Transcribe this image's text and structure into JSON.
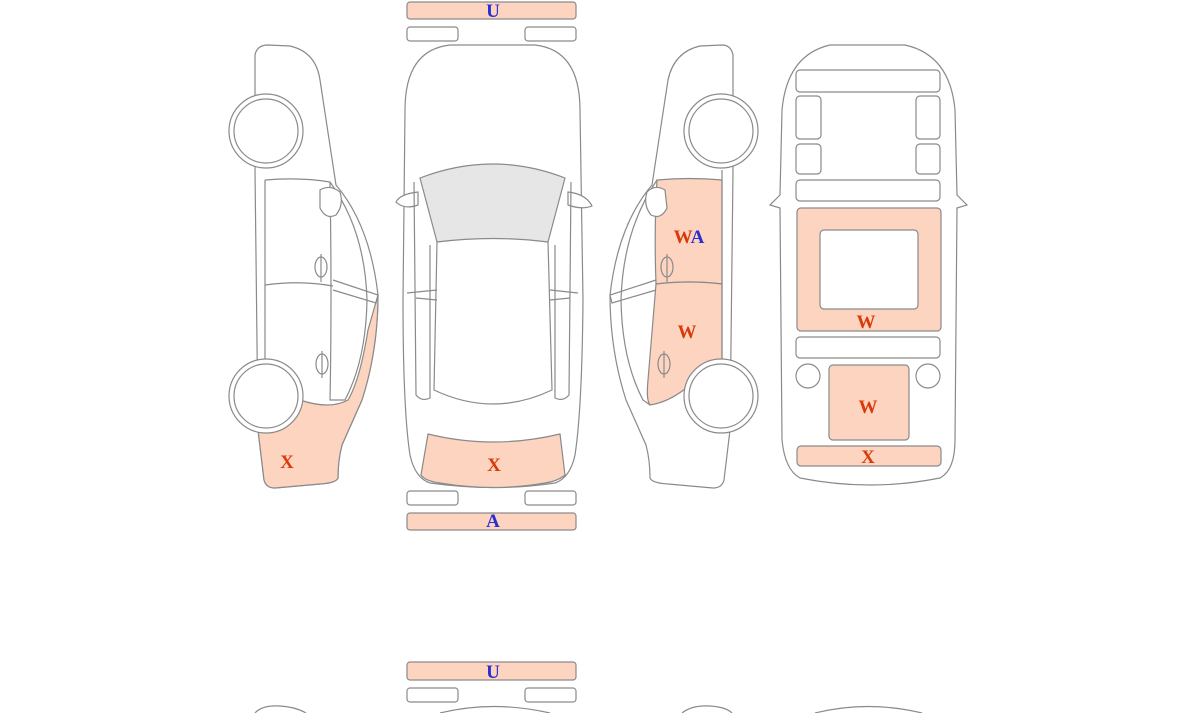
{
  "colors": {
    "damage_fill": "#fcd4c0",
    "outline": "#8a8a8a",
    "glass": "#e6e6e6",
    "code_red": "#d83a0a",
    "code_blue": "#2a2fd1"
  },
  "diagram_1": {
    "bumper_top_code": "U",
    "bumper_bottom_code": "A",
    "left_side": {
      "rear_quarter_code": "X"
    },
    "top_view": {
      "rear_panel_code": "X"
    },
    "right_side": {
      "front_door_code_1": "W",
      "front_door_code_2": "A",
      "rear_door_code": "W"
    },
    "underbody": {
      "center_panel_code": "W",
      "rear_center_code": "W",
      "rear_edge_code": "X"
    }
  },
  "diagram_2": {
    "bumper_top_code": "U"
  }
}
